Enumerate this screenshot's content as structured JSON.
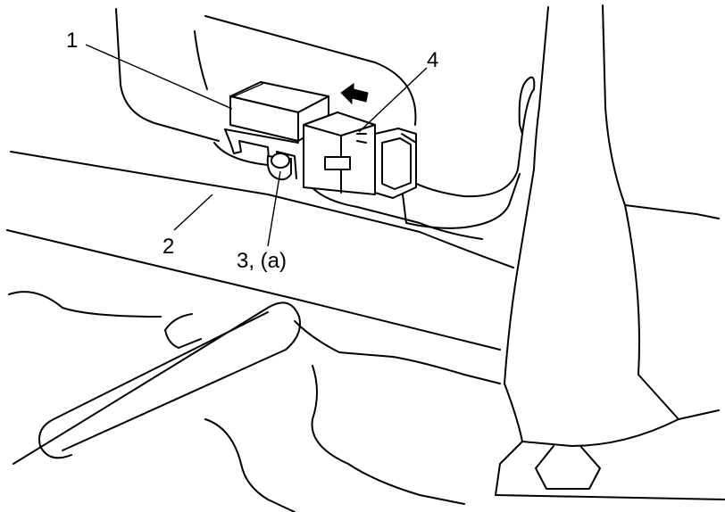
{
  "callouts": {
    "part_1": "1",
    "part_2": "2",
    "part_3a": "3, (a)",
    "part_4": "4"
  }
}
